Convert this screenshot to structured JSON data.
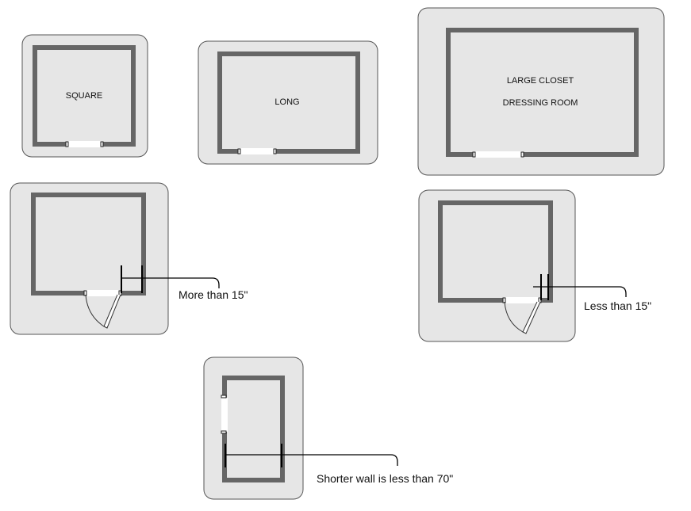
{
  "labels": {
    "square": "SQUARE",
    "long": "LONG",
    "large_closet_line1": "LARGE CLOSET",
    "large_closet_line2": "DRESSING ROOM"
  },
  "callouts": {
    "more_than": "More than 15\"",
    "less_than": "Less than 15\"",
    "shorter_wall": "Shorter wall is less than 70\""
  },
  "colors": {
    "panel": "#e6e6e6",
    "wall": "#666666"
  }
}
